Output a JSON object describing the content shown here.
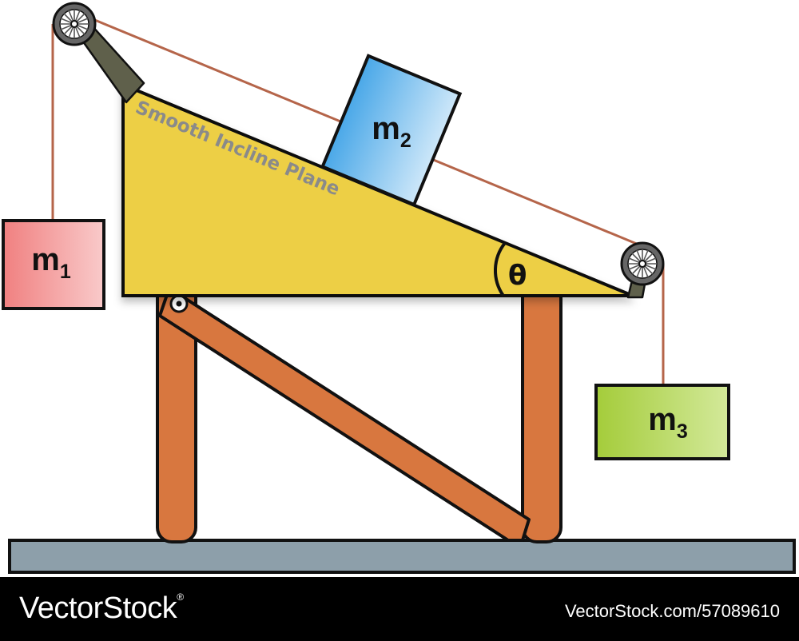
{
  "diagram": {
    "incline_label": "Smooth Incline Plane",
    "angle_symbol": "θ",
    "masses": [
      {
        "symbol": "m",
        "subscript": "1",
        "color_start": "#f08080",
        "color_end": "#f9caca"
      },
      {
        "symbol": "m",
        "subscript": "2",
        "color_start": "#4aa8e8",
        "color_end": "#cde7f9"
      },
      {
        "symbol": "m",
        "subscript": "3",
        "color_start": "#a4cc3a",
        "color_end": "#d3e99a"
      }
    ],
    "colors": {
      "incline_fill": "#edcf45",
      "frame": "#d8773f",
      "rope": "#b5654a",
      "ground": "#8d9faa",
      "pulley_bracket": "#5f604b"
    }
  },
  "footer": {
    "brand": "VectorStock",
    "registered_mark": "®",
    "image_id": "VectorStock.com/57089610"
  }
}
